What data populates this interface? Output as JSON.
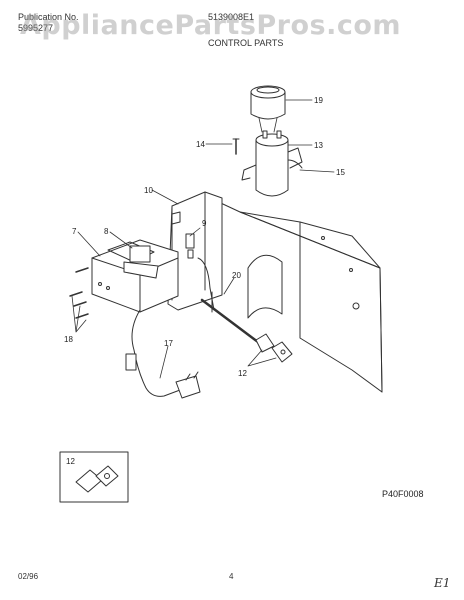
{
  "header": {
    "publication_label": "Publication No.",
    "publication_number": "5995277",
    "model_number": "5139008E1",
    "section_title": "CONTROL PARTS"
  },
  "watermark": "AppliancePartsPros.com",
  "callouts": {
    "c19": "19",
    "c14": "14",
    "c13": "13",
    "c15": "15",
    "c10": "10",
    "c9": "9",
    "c7": "7",
    "c8": "8",
    "c20": "20",
    "c17": "17",
    "c18": "18",
    "c12": "12",
    "inset12": "12"
  },
  "diagram_code": "P40F0008",
  "footer": {
    "date": "02/96",
    "page": "4",
    "corner_mark": "E1"
  }
}
